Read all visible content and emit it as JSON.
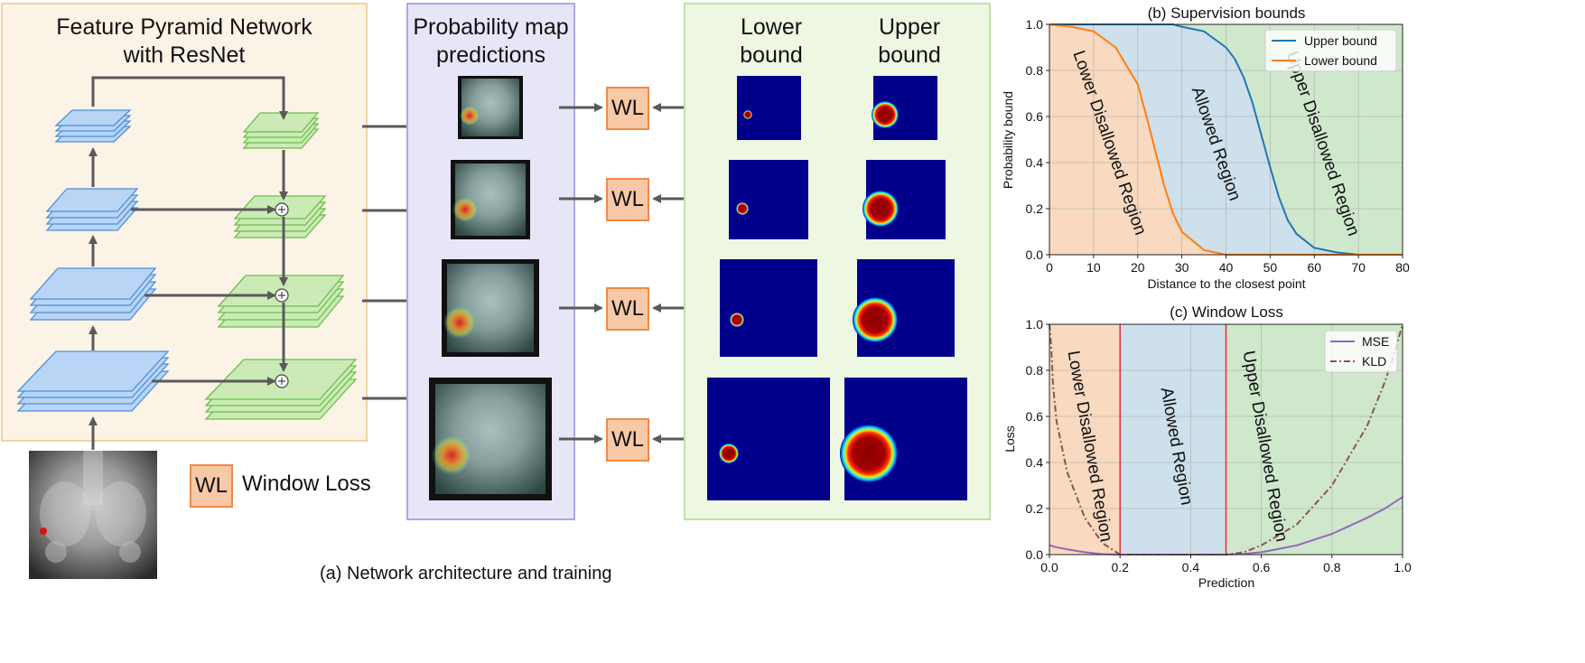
{
  "fpn": {
    "title_line1": "Feature Pyramid Network",
    "title_line2": "with ResNet"
  },
  "pred": {
    "title_line1": "Probability map",
    "title_line2": "predictions"
  },
  "bounds": {
    "lower_line1": "Lower",
    "lower_line2": "bound",
    "upper_line1": "Upper",
    "upper_line2": "bound"
  },
  "wl_label": "WL",
  "legend_wl": "Window Loss",
  "caption_a": "(a) Network architecture and training",
  "colors": {
    "fpn_bg": "#fbf3e6",
    "pred_bg": "#e6e6f8",
    "bound_bg": "#eef7e2",
    "wl_fill": "#f8c9a6",
    "upper": "#1f77b4",
    "lower": "#ff7f0e",
    "mse": "#9467bd",
    "kld": "#8c564b"
  },
  "chart_b": {
    "title": "(b) Supervision bounds",
    "xlabel": "Distance to the closest point",
    "ylabel": "Probability bound",
    "xticks": [
      "0",
      "10",
      "20",
      "30",
      "40",
      "50",
      "60",
      "70",
      "80"
    ],
    "yticks": [
      "0.0",
      "0.2",
      "0.4",
      "0.6",
      "0.8",
      "1.0"
    ],
    "legend": [
      "Upper bound",
      "Lower bound"
    ],
    "regions": [
      "Lower Disallowed Region",
      "Allowed Region",
      "Upper Disallowed Region"
    ]
  },
  "chart_c": {
    "title": "(c) Window Loss",
    "xlabel": "Prediction",
    "ylabel": "Loss",
    "xticks": [
      "0.0",
      "0.2",
      "0.4",
      "0.6",
      "0.8",
      "1.0"
    ],
    "yticks": [
      "0.0",
      "0.2",
      "0.4",
      "0.6",
      "0.8",
      "1.0"
    ],
    "legend": [
      "MSE",
      "KLD"
    ],
    "regions": [
      "Lower Disallowed Region",
      "Allowed Region",
      "Upper Disallowed Region"
    ]
  },
  "chart_data": [
    {
      "type": "line",
      "title": "(b) Supervision bounds",
      "xlabel": "Distance to the closest point",
      "ylabel": "Probability bound",
      "xlim": [
        0,
        80
      ],
      "ylim": [
        0,
        1
      ],
      "grid": true,
      "legend_position": "top-right",
      "x": [
        0,
        5,
        10,
        15,
        20,
        22,
        24,
        26,
        28,
        30,
        35,
        40,
        42,
        44,
        46,
        48,
        50,
        52,
        54,
        56,
        60,
        65,
        70,
        80
      ],
      "series": [
        {
          "name": "Upper bound",
          "color": "#1f77b4",
          "values": [
            1.0,
            1.0,
            1.0,
            1.0,
            1.0,
            1.0,
            1.0,
            1.0,
            1.0,
            0.99,
            0.97,
            0.9,
            0.85,
            0.77,
            0.66,
            0.52,
            0.38,
            0.25,
            0.15,
            0.09,
            0.03,
            0.01,
            0.0,
            0.0
          ]
        },
        {
          "name": "Lower bound",
          "color": "#ff7f0e",
          "values": [
            1.0,
            0.99,
            0.97,
            0.9,
            0.74,
            0.6,
            0.45,
            0.3,
            0.18,
            0.1,
            0.02,
            0.0,
            0.0,
            0.0,
            0.0,
            0.0,
            0.0,
            0.0,
            0.0,
            0.0,
            0.0,
            0.0,
            0.0,
            0.0
          ]
        }
      ]
    },
    {
      "type": "line",
      "title": "(c) Window Loss",
      "xlabel": "Prediction",
      "ylabel": "Loss",
      "xlim": [
        0,
        1
      ],
      "ylim": [
        0,
        1
      ],
      "grid": true,
      "legend_position": "top-right",
      "region_boundaries": [
        0.2,
        0.5
      ],
      "x": [
        0.0,
        0.005,
        0.01,
        0.02,
        0.05,
        0.1,
        0.15,
        0.2,
        0.5,
        0.55,
        0.6,
        0.7,
        0.8,
        0.9,
        0.95,
        0.98,
        1.0
      ],
      "series": [
        {
          "name": "MSE",
          "color": "#9467bd",
          "values": [
            0.04,
            0.039,
            0.036,
            0.032,
            0.023,
            0.01,
            0.002,
            0.0,
            0.0,
            0.003,
            0.01,
            0.04,
            0.09,
            0.16,
            0.2,
            0.23,
            0.25
          ]
        },
        {
          "name": "KLD",
          "color": "#8c564b",
          "values": [
            1.0,
            0.9,
            0.74,
            0.58,
            0.36,
            0.16,
            0.05,
            0.0,
            0.0,
            0.01,
            0.04,
            0.13,
            0.3,
            0.56,
            0.75,
            0.89,
            1.0
          ]
        }
      ]
    }
  ]
}
